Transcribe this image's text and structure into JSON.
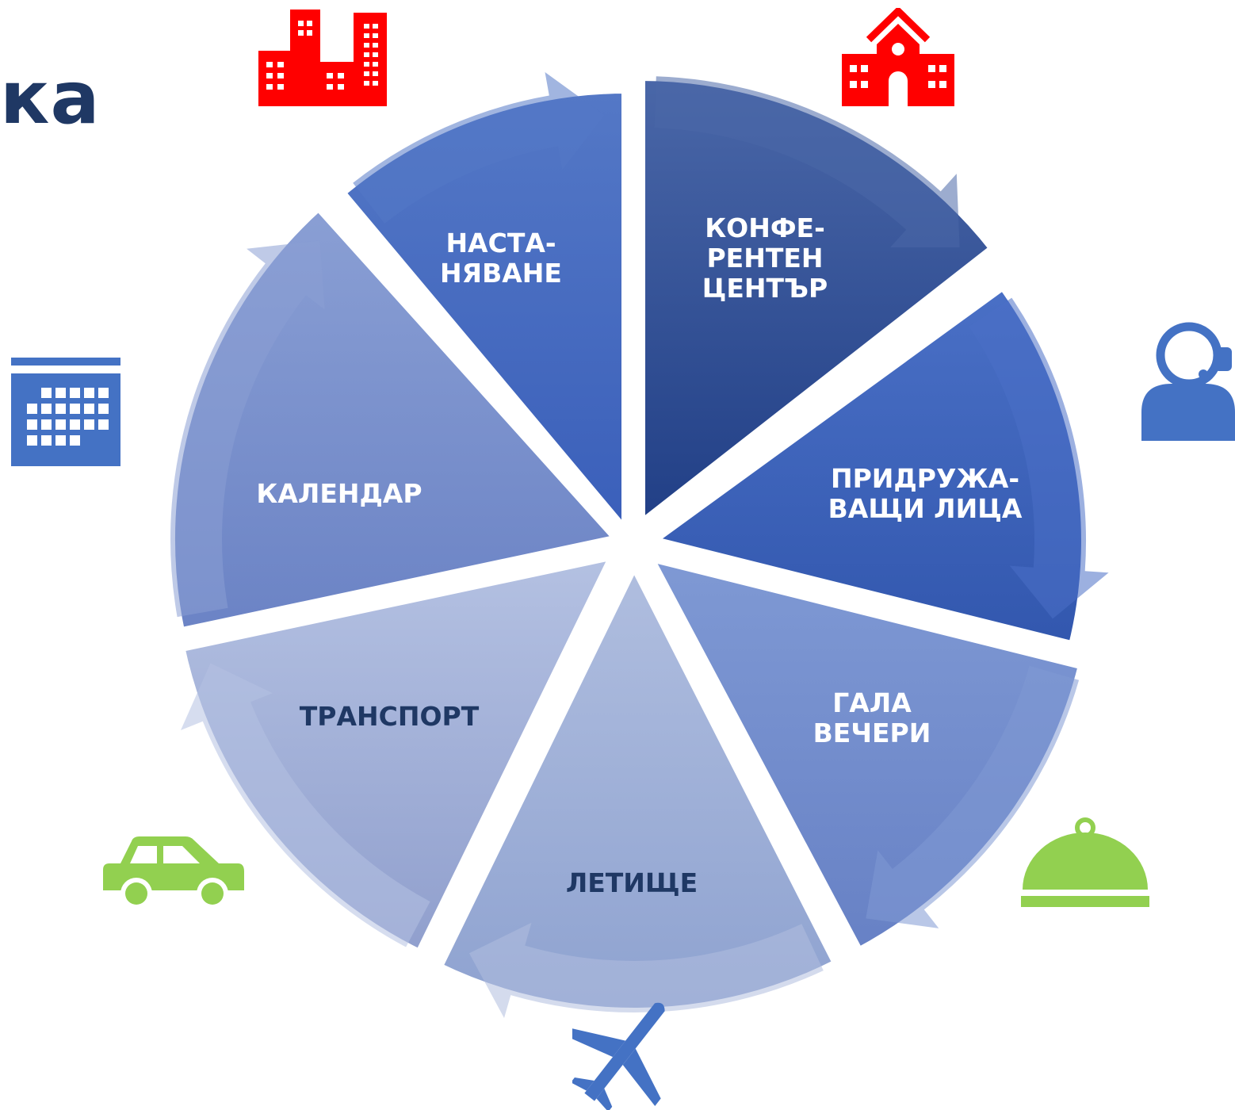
{
  "header": {
    "title_fragment": "ка"
  },
  "cycle": {
    "segments": [
      {
        "id": "accommodation",
        "lines": [
          "НАСТА-",
          "НЯВАНЕ"
        ],
        "color_top": "#5478c6",
        "color_bottom": "#3a5fba",
        "text_color": "#ffffff",
        "icon": "office-buildings-icon",
        "icon_color": "#ff0000"
      },
      {
        "id": "conference",
        "lines": [
          "КОНФЕ-",
          "РЕНТЕН",
          "ЦЕНТЪР"
        ],
        "color_top": "#4a67a8",
        "color_bottom": "#213f86",
        "text_color": "#ffffff",
        "icon": "school-building-icon",
        "icon_color": "#ff0000"
      },
      {
        "id": "escorts",
        "lines": [
          "ПРИДРУЖА-",
          "ВАЩИ ЛИЦА"
        ],
        "color_top": "#4a70c6",
        "color_bottom": "#3257ae",
        "text_color": "#ffffff",
        "icon": "headset-person-icon",
        "icon_color": "#4472c4"
      },
      {
        "id": "gala",
        "lines": [
          "ГАЛА",
          "ВЕЧЕРИ"
        ],
        "color_top": "#7f99d4",
        "color_bottom": "#6781c5",
        "text_color": "#ffffff",
        "icon": "food-cloche-icon",
        "icon_color": "#92d050"
      },
      {
        "id": "airport",
        "lines": [
          "ЛЕТИЩЕ"
        ],
        "color_top": "#b0bedf",
        "color_bottom": "#8ea2d0",
        "text_color": "#1f3864",
        "icon": "airplane-icon",
        "icon_color": "#4472c4"
      },
      {
        "id": "transport",
        "lines": [
          "ТРАНСПОРТ"
        ],
        "color_top": "#b4c1e2",
        "color_bottom": "#909fcd",
        "text_color": "#1f3864",
        "icon": "car-icon",
        "icon_color": "#92d050"
      },
      {
        "id": "calendar",
        "lines": [
          "КАЛЕНДАР"
        ],
        "color_top": "#8a9fd4",
        "color_bottom": "#6b83c5",
        "text_color": "#ffffff",
        "icon": "calendar-icon",
        "icon_color": "#4472c4"
      }
    ]
  }
}
